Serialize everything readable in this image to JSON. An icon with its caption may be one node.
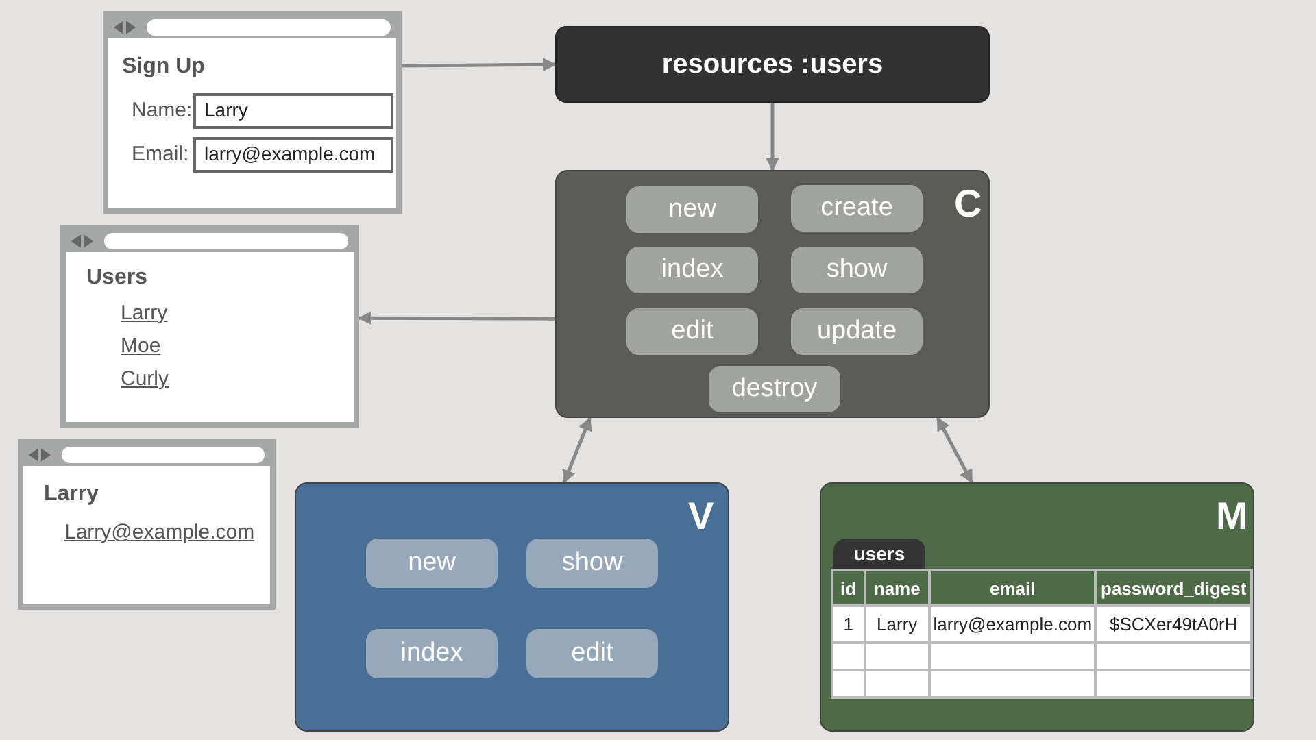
{
  "diagram": {
    "nodes": [
      {
        "text": [
          "Sign Up",
          "Name:",
          "Email:"
        ]
      },
      {
        "text": [
          "Larry"
        ],
        "in": 0
      },
      {
        "text": [
          "larry@example.com"
        ],
        "in": 0
      },
      {
        "text": [
          "Users",
          "Larry",
          "Moe",
          "Curly"
        ]
      },
      {
        "text": [
          "Larry",
          "Larry@example.com"
        ]
      },
      {
        "text": [
          "resources :users"
        ]
      },
      {
        "text": [
          "C"
        ]
      },
      {
        "text": [
          "new"
        ],
        "in": 6
      },
      {
        "text": [
          "create"
        ],
        "in": 6
      },
      {
        "text": [
          "index"
        ],
        "in": 6
      },
      {
        "text": [
          "show"
        ],
        "in": 6
      },
      {
        "text": [
          "edit"
        ],
        "in": 6
      },
      {
        "text": [
          "update"
        ],
        "in": 6
      },
      {
        "text": [
          "destroy"
        ],
        "in": 6
      },
      {
        "text": [
          "V"
        ]
      },
      {
        "text": [
          "new"
        ],
        "in": 14
      },
      {
        "text": [
          "show"
        ],
        "in": 14
      },
      {
        "text": [
          "index"
        ],
        "in": 14
      },
      {
        "text": [
          "edit"
        ],
        "in": 14
      },
      {
        "text": [
          "M"
        ]
      },
      {
        "text": [
          "users"
        ],
        "in": 19
      }
    ],
    "edges": [
      {
        "from": 0,
        "to": 5,
        "arrow": "to"
      },
      {
        "from": 5,
        "to": 6,
        "arrow": "to"
      },
      {
        "from": 6,
        "to": 3,
        "arrow": "to"
      },
      {
        "from": 6,
        "to": 14,
        "arrow": "both"
      },
      {
        "from": 6,
        "to": 19,
        "arrow": "both"
      }
    ],
    "labels": [
      "id",
      "name",
      "email",
      "password_digest",
      "1",
      "Larry",
      "larry@example.com",
      "$SCXer49tA0rH"
    ]
  }
}
